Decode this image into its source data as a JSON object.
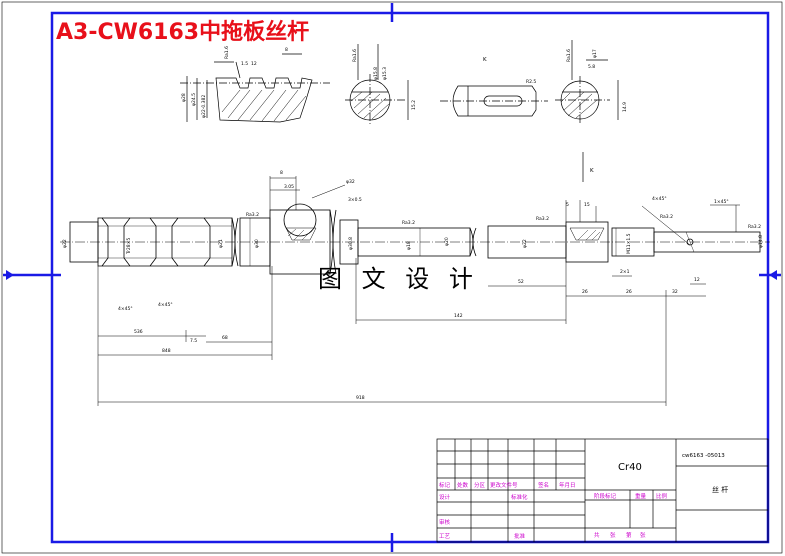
{
  "title": "A3-CW6163中拖板丝杆",
  "watermark": "图 文 设 计",
  "view_labels": {
    "k_top": "K",
    "k_mid": "K"
  },
  "section_dims": {
    "s1": [
      "Ra1.6",
      "1.5",
      "12",
      "8",
      "φ28",
      "φ24.5",
      "φ22-0.382"
    ],
    "s2": [
      "Ra1.6",
      "φ15.3",
      "φ15.8",
      "15.2"
    ],
    "s3": [
      "R2.5"
    ],
    "s4": [
      "Ra1.6",
      "φ17",
      "5.8",
      "14.9"
    ]
  },
  "shaft_dims": {
    "diameters": [
      "φ22",
      "Tr28×5",
      "φ21",
      "φ30",
      "φ30.8",
      "φ18",
      "φ20",
      "φ22",
      "M11×1.5",
      "φ14.8"
    ],
    "chamfers": [
      "4×45°",
      "4×45°",
      "3×0.5",
      "4×45°",
      "1×45°"
    ],
    "roughness": [
      "Ra3.2",
      "Ra3.2",
      "Ra3.2",
      "Ra3.2",
      "Ra3.2"
    ],
    "tops": [
      "8",
      "3.05",
      "φ32",
      "5",
      "15"
    ],
    "lengths": [
      "536",
      "7.5",
      "68",
      "848",
      "918",
      "142",
      "52",
      "26",
      "26",
      "32",
      "12",
      "2×1"
    ]
  },
  "title_block": {
    "material": "Cr40",
    "drawing_no": "cw6163 -05013",
    "part_name": "丝 杆",
    "row_labels": [
      "标记",
      "处数",
      "分区",
      "更改文件号",
      "签名",
      "年月日"
    ],
    "row2": [
      "设计",
      "标准化"
    ],
    "row3": [
      "审核"
    ],
    "row4": [
      "工艺",
      "批准"
    ],
    "stage": [
      "阶段标记",
      "重量",
      "比例"
    ],
    "sheet": [
      "共",
      "张",
      "第",
      "张"
    ]
  }
}
